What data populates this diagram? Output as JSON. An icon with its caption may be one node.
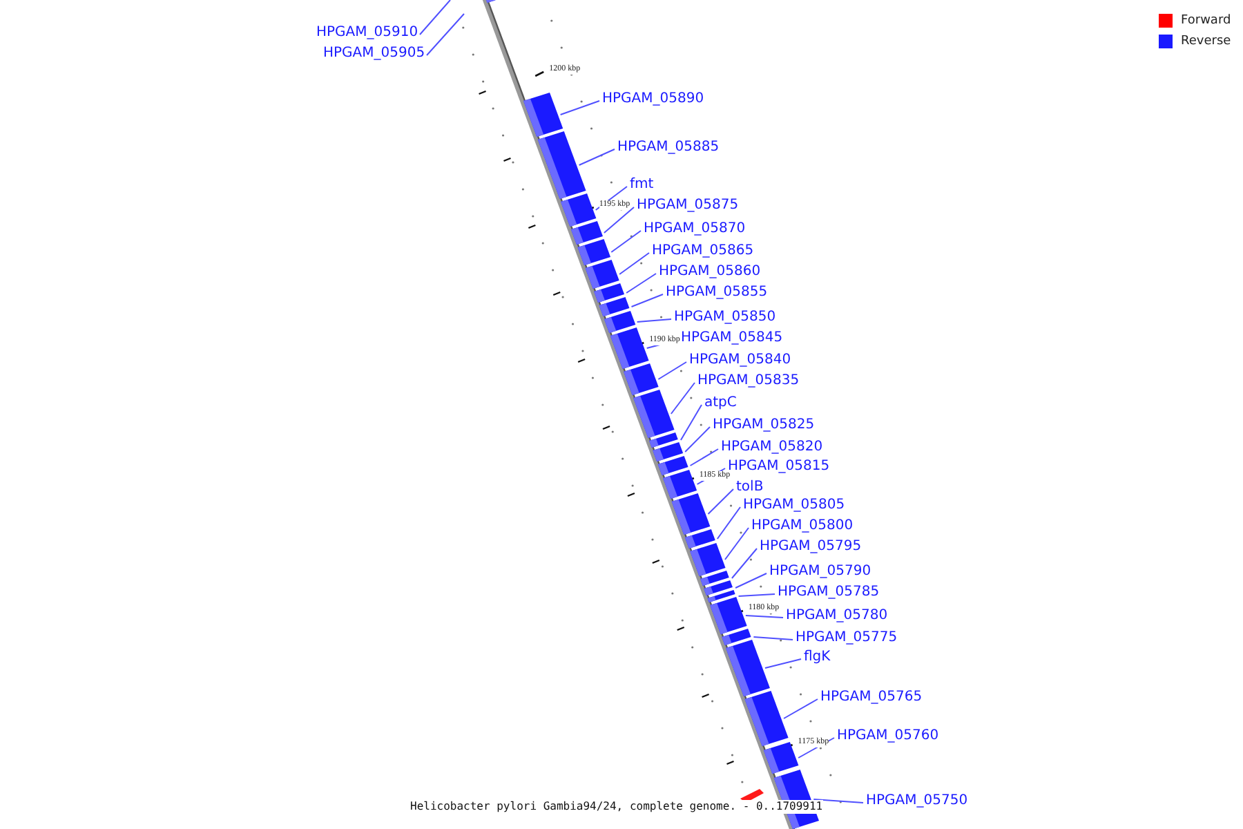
{
  "diagram": {
    "caption": "Helicobacter pylori Gambia94/24, complete genome. - 0..1709911",
    "nodes": [
      {
        "text": [
          "HPGAM_05910"
        ]
      },
      {
        "text": [
          "HPGAM_05905"
        ]
      },
      {
        "text": [
          "HPGAM_05890"
        ]
      },
      {
        "text": [
          "HPGAM_05885"
        ]
      },
      {
        "text": [
          "fmt"
        ]
      },
      {
        "text": [
          "HPGAM_05875"
        ]
      },
      {
        "text": [
          "HPGAM_05870"
        ]
      },
      {
        "text": [
          "HPGAM_05865"
        ]
      },
      {
        "text": [
          "HPGAM_05860"
        ]
      },
      {
        "text": [
          "HPGAM_05855"
        ]
      },
      {
        "text": [
          "HPGAM_05850"
        ]
      },
      {
        "text": [
          "HPGAM_05845"
        ]
      },
      {
        "text": [
          "HPGAM_05840"
        ]
      },
      {
        "text": [
          "HPGAM_05835"
        ]
      },
      {
        "text": [
          "atpC"
        ]
      },
      {
        "text": [
          "HPGAM_05825"
        ]
      },
      {
        "text": [
          "HPGAM_05820"
        ]
      },
      {
        "text": [
          "HPGAM_05815"
        ]
      },
      {
        "text": [
          "tolB"
        ]
      },
      {
        "text": [
          "HPGAM_05805"
        ]
      },
      {
        "text": [
          "HPGAM_05800"
        ]
      },
      {
        "text": [
          "HPGAM_05795"
        ]
      },
      {
        "text": [
          "HPGAM_05790"
        ]
      },
      {
        "text": [
          "HPGAM_05785"
        ]
      },
      {
        "text": [
          "HPGAM_05780"
        ]
      },
      {
        "text": [
          "HPGAM_05775"
        ]
      },
      {
        "text": [
          "flgK"
        ]
      },
      {
        "text": [
          "HPGAM_05765"
        ]
      },
      {
        "text": [
          "HPGAM_05760"
        ]
      },
      {
        "text": [
          "HPGAM_05750"
        ]
      },
      {
        "text": [],
        "shape": "bar"
      },
      {
        "text": [],
        "shape": "bar"
      },
      {
        "text": [],
        "shape": "bar"
      },
      {
        "text": [],
        "shape": "bar"
      },
      {
        "text": [],
        "shape": "bar"
      },
      {
        "text": [],
        "shape": "bar"
      },
      {
        "text": [],
        "shape": "bar"
      },
      {
        "text": [],
        "shape": "bar"
      },
      {
        "text": [],
        "shape": "bar"
      },
      {
        "text": [],
        "shape": "bar"
      },
      {
        "text": [],
        "shape": "bar"
      },
      {
        "text": [],
        "shape": "bar"
      },
      {
        "text": [],
        "shape": "bar"
      },
      {
        "text": [],
        "shape": "bar"
      },
      {
        "text": [],
        "shape": "bar"
      },
      {
        "text": [],
        "shape": "bar"
      },
      {
        "text": [],
        "shape": "bar"
      },
      {
        "text": [],
        "shape": "bar"
      },
      {
        "text": [],
        "shape": "bar"
      },
      {
        "text": [],
        "shape": "bar"
      },
      {
        "text": [],
        "shape": "bar"
      },
      {
        "text": [],
        "shape": "bar"
      },
      {
        "text": [],
        "shape": "bar"
      },
      {
        "text": [],
        "shape": "bar"
      },
      {
        "text": [],
        "shape": "bar"
      },
      {
        "text": [],
        "shape": "bar"
      },
      {
        "text": [],
        "shape": "bar"
      },
      {
        "text": [],
        "shape": "bar"
      },
      {
        "text": [],
        "shape": "bar"
      },
      {
        "text": [],
        "shape": "bar"
      }
    ],
    "edges": [
      {
        "from": 0,
        "to": null,
        "arrow": "none"
      },
      {
        "from": 1,
        "to": null,
        "arrow": "none"
      },
      {
        "from": 2,
        "to": 31,
        "arrow": "none"
      },
      {
        "from": 3,
        "to": 32,
        "arrow": "none"
      },
      {
        "from": 4,
        "to": 33,
        "arrow": "none"
      },
      {
        "from": 5,
        "to": 34,
        "arrow": "none"
      },
      {
        "from": 6,
        "to": 35,
        "arrow": "none"
      },
      {
        "from": 7,
        "to": 36,
        "arrow": "none"
      },
      {
        "from": 8,
        "to": 37,
        "arrow": "none"
      },
      {
        "from": 9,
        "to": 38,
        "arrow": "none"
      },
      {
        "from": 10,
        "to": 39,
        "arrow": "none"
      },
      {
        "from": 11,
        "to": 40,
        "arrow": "none"
      },
      {
        "from": 12,
        "to": 41,
        "arrow": "none"
      },
      {
        "from": 13,
        "to": 42,
        "arrow": "none"
      },
      {
        "from": 14,
        "to": 43,
        "arrow": "none"
      },
      {
        "from": 15,
        "to": 44,
        "arrow": "none"
      },
      {
        "from": 16,
        "to": 45,
        "arrow": "none"
      },
      {
        "from": 17,
        "to": 46,
        "arrow": "none"
      },
      {
        "from": 18,
        "to": 47,
        "arrow": "none"
      },
      {
        "from": 19,
        "to": 48,
        "arrow": "none"
      },
      {
        "from": 20,
        "to": 49,
        "arrow": "none"
      },
      {
        "from": 21,
        "to": 50,
        "arrow": "none"
      },
      {
        "from": 22,
        "to": 51,
        "arrow": "none"
      },
      {
        "from": 23,
        "to": 52,
        "arrow": "none"
      },
      {
        "from": 24,
        "to": 53,
        "arrow": "none"
      },
      {
        "from": 25,
        "to": 54,
        "arrow": "none"
      },
      {
        "from": 26,
        "to": 55,
        "arrow": "none"
      },
      {
        "from": 27,
        "to": 56,
        "arrow": "none"
      },
      {
        "from": 28,
        "to": 57,
        "arrow": "none"
      },
      {
        "from": 29,
        "to": 58,
        "arrow": "none"
      }
    ],
    "labels": [
      "1200 kbp",
      "1195 kbp",
      "1190 kbp",
      "1185 kbp",
      "1180 kbp",
      "1175 kbp"
    ],
    "legend": [
      {
        "text": "Forward",
        "color": "#ff0000"
      },
      {
        "text": "Reverse",
        "color": "#1a1aff"
      }
    ]
  }
}
